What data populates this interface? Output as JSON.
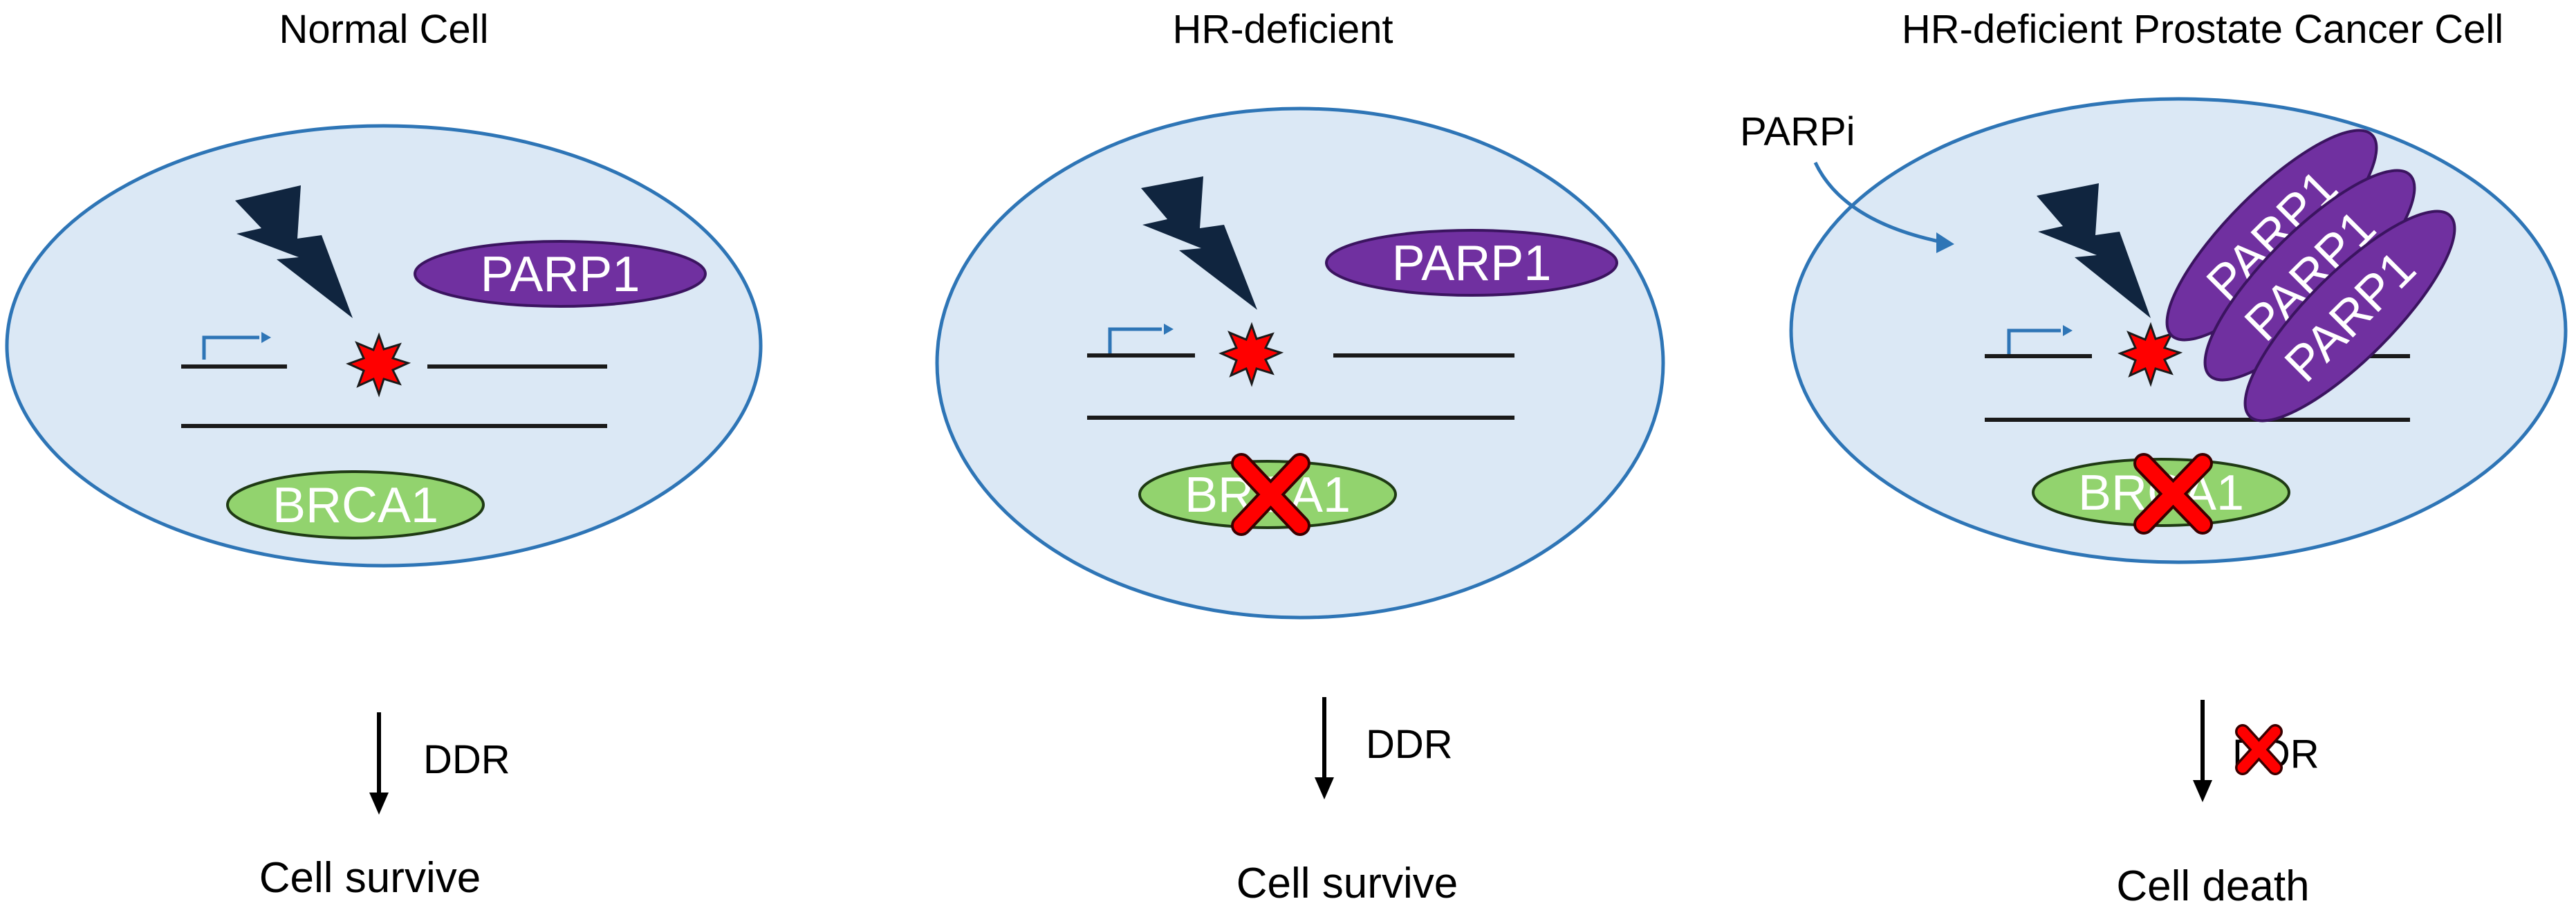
{
  "colors": {
    "cell_fill": "#dbe8f5",
    "cell_stroke": "#2e75b6",
    "parp_fill": "#7030a0",
    "parp_stroke": "#3b1460",
    "brca_fill": "#92d36e",
    "brca_stroke": "#1f3a14",
    "lightning": "#10253f",
    "damage": "#ff0000",
    "cross": "#ff0000",
    "promoter_arrow": "#2e75b6"
  },
  "icons": [
    "lightning-bolt-icon",
    "dna-damage-burst-icon",
    "promoter-arrow-icon",
    "red-cross-icon",
    "down-arrow-icon"
  ],
  "panels": [
    {
      "title": "Normal Cell",
      "parp_label": "PARP1",
      "brca_label": "BRCA1",
      "ddr_label": "DDR",
      "outcome": "Cell survive"
    },
    {
      "title": "HR-deficient",
      "parp_label": "PARP1",
      "brca_label": "BRCA1",
      "ddr_label": "DDR",
      "outcome": "Cell survive"
    },
    {
      "title": "HR-deficient Prostate Cancer Cell",
      "drug_label": "PARPi",
      "parp_labels": [
        "PARP1",
        "PARP1",
        "PARP1"
      ],
      "brca_label": "BRCA1",
      "ddr_label": "DDR",
      "outcome": "Cell death"
    }
  ]
}
